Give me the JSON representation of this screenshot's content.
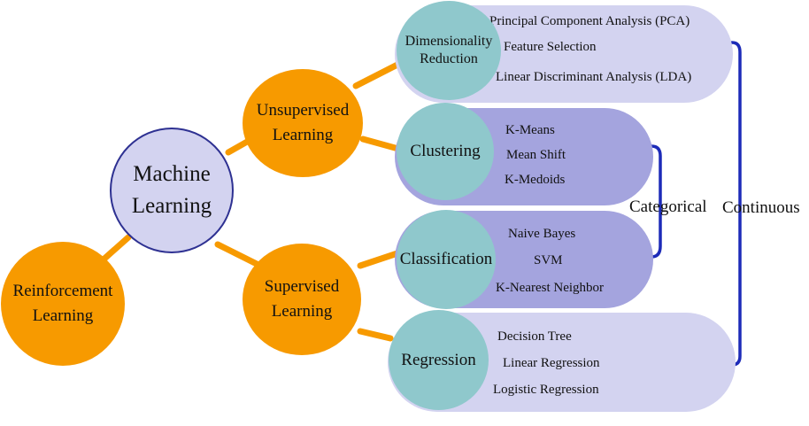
{
  "root": {
    "label_line1": "Machine",
    "label_line2": "Learning"
  },
  "branches": {
    "unsupervised": {
      "label_line1": "Unsupervised",
      "label_line2": "Learning"
    },
    "supervised": {
      "label_line1": "Supervised",
      "label_line2": "Learning"
    },
    "reinforcement": {
      "label_line1": "Reinforcement",
      "label_line2": "Learning"
    }
  },
  "tasks": {
    "dimensionality": {
      "label_line1": "Dimensionality",
      "label_line2": "Reduction",
      "methods": [
        "Principal Component Analysis (PCA)",
        "Feature Selection",
        "Linear Discriminant Analysis (LDA)"
      ]
    },
    "clustering": {
      "label": "Clustering",
      "methods": [
        "K-Means",
        "Mean Shift",
        "K-Medoids"
      ]
    },
    "classification": {
      "label": "Classification",
      "methods": [
        "Naive Bayes",
        "SVM",
        "K-Nearest Neighbor"
      ]
    },
    "regression": {
      "label": "Regression",
      "methods": [
        "Decision Tree",
        "Linear Regression",
        "Logistic Regression"
      ]
    }
  },
  "groupings": {
    "categorical": "Categorical",
    "continuous": "Continuous"
  },
  "colors": {
    "orange": "#f79a00",
    "teal": "#8fc8cc",
    "lavender_light": "#d3d3f0",
    "lavender_dark": "#a4a4de",
    "bracket": "#1d2bb8",
    "core_border": "#2e3192"
  }
}
